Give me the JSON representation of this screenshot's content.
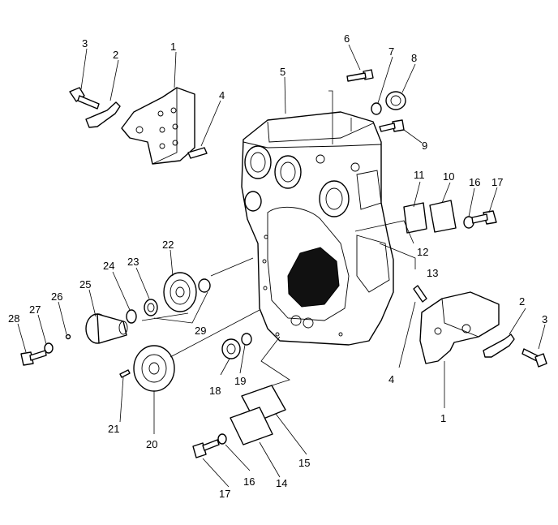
{
  "callouts": {
    "c1a": "1",
    "c2a": "2",
    "c3a": "3",
    "c4a": "4",
    "c5": "5",
    "c6": "6",
    "c7": "7",
    "c8": "8",
    "c9": "9",
    "c10": "10",
    "c11": "11",
    "c12": "12",
    "c13": "13",
    "c16a": "16",
    "c17a": "17",
    "c22": "22",
    "c23": "23",
    "c24": "24",
    "c25": "25",
    "c26": "26",
    "c27": "27",
    "c28": "28",
    "c29": "29",
    "c2b": "2",
    "c3b": "3",
    "c4b": "4",
    "c1b": "1",
    "c18": "18",
    "c19": "19",
    "c21": "21",
    "c20": "20",
    "c15": "15",
    "c16b": "16",
    "c14": "14",
    "c17b": "17"
  }
}
